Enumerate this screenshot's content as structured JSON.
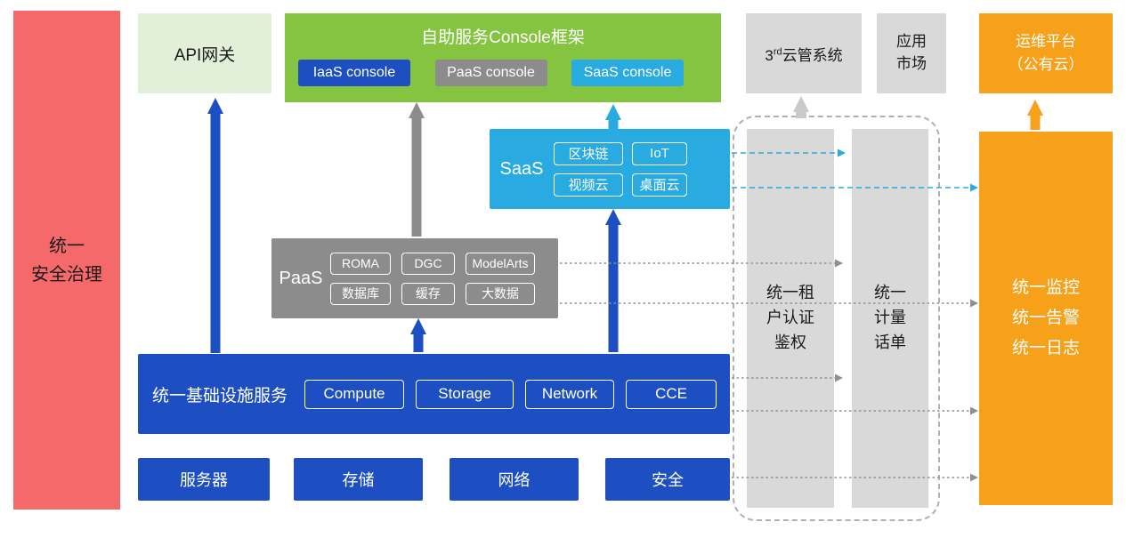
{
  "security_bar": {
    "label": "统一\n安全治理"
  },
  "api_gateway": {
    "label": "API网关"
  },
  "console_framework": {
    "title": "自助服务Console框架",
    "iaas_console": "IaaS console",
    "paas_console": "PaaS console",
    "saas_console": "SaaS console"
  },
  "third_party_cloud": {
    "base": "3",
    "sup": "rd",
    "rest": "云管系统"
  },
  "app_market": {
    "label": "应用\n市场"
  },
  "ops_platform": {
    "label": "运维平台\n（公有云）"
  },
  "saas": {
    "label": "SaaS",
    "items": [
      "区块链",
      "IoT",
      "视频云",
      "桌面云"
    ]
  },
  "paas": {
    "label": "PaaS",
    "items": [
      "ROMA",
      "DGC",
      "ModelArts",
      "数据库",
      "缓存",
      "大数据"
    ]
  },
  "infrastructure": {
    "label": "统一基础设施服务",
    "items": [
      "Compute",
      "Storage",
      "Network",
      "CCE"
    ]
  },
  "hardware": {
    "items": [
      "服务器",
      "存储",
      "网络",
      "安全"
    ]
  },
  "auth_bar": {
    "label": "统一租\n户认证\n鉴权"
  },
  "metering_bar": {
    "label": "统一\n计量\n话单"
  },
  "monitoring_bar": {
    "label": "统一监控\n统一告警\n统一日志"
  },
  "colors": {
    "blue": "#1D4EC2",
    "green": "#85C441",
    "light_green": "#E2F0D9",
    "cyan": "#29ABE2",
    "gray": "#8C8C8C",
    "light_gray": "#D9D9D9",
    "orange": "#F7A11A",
    "red": "#F5696B"
  }
}
